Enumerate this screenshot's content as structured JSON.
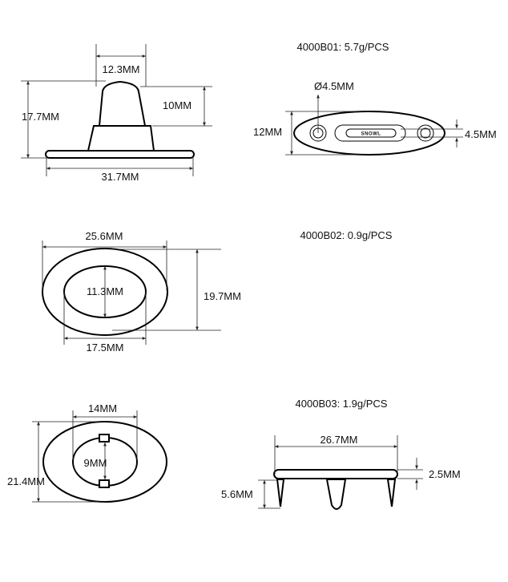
{
  "parts": [
    {
      "caption": "4000B01: 5.7g/PCS",
      "side_view": {
        "top_width": "12.3MM",
        "total_height": "17.7MM",
        "stud_height": "10MM",
        "base_width": "31.7MM"
      },
      "top_view": {
        "hole_diameter": "Ø4.5MM",
        "plate_height": "12MM",
        "slot_height": "4.5MM",
        "logo_text": "SNOWL"
      }
    },
    {
      "caption": "4000B02: 0.9g/PCS",
      "outer_width": "25.6MM",
      "inner_height": "11.3MM",
      "outer_height": "19.7MM",
      "inner_width": "17.5MM"
    },
    {
      "caption": "4000B03: 1.9g/PCS",
      "top_view": {
        "inner_width": "14MM",
        "inner_height": "9MM",
        "outer_height": "21.4MM"
      },
      "side_view": {
        "length": "26.7MM",
        "thickness": "2.5MM",
        "prong_length": "5.6MM"
      }
    }
  ]
}
